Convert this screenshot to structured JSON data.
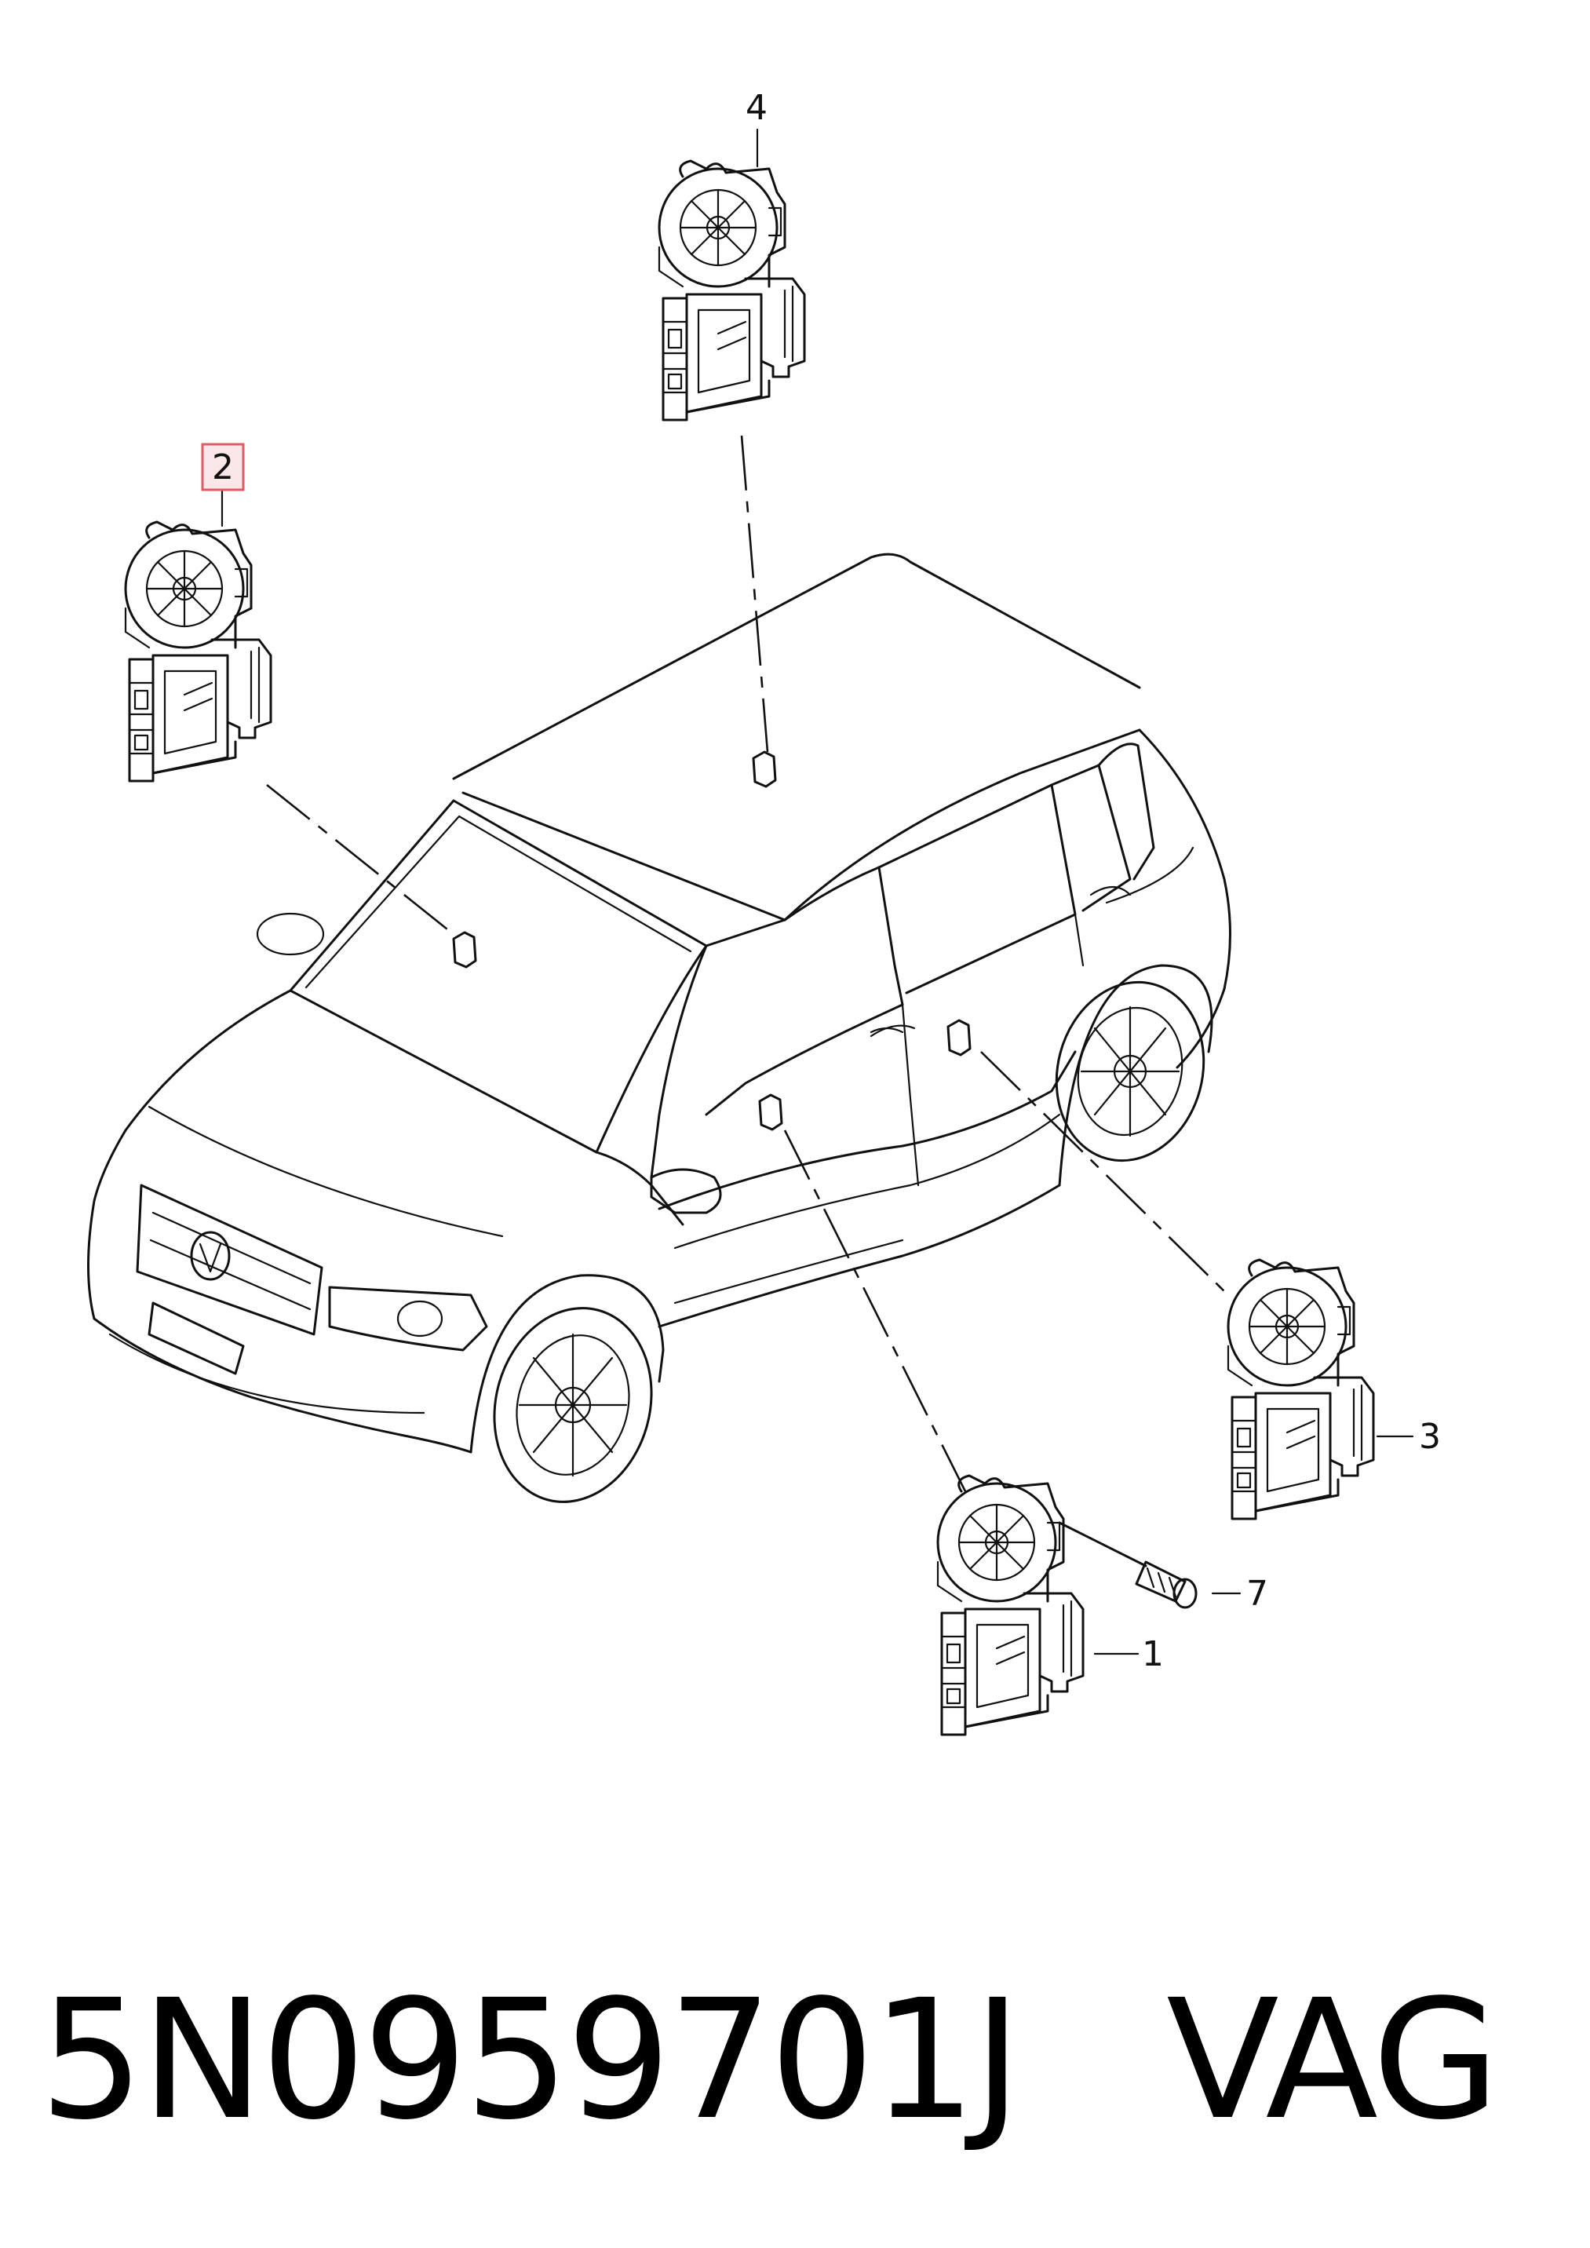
{
  "callouts": {
    "c1": "1",
    "c2": "2",
    "c3": "3",
    "c4": "4",
    "c7": "7"
  },
  "highlight_color": "#e05a66",
  "footer": {
    "part_number": "5N0959701J",
    "brand": "VAG"
  }
}
